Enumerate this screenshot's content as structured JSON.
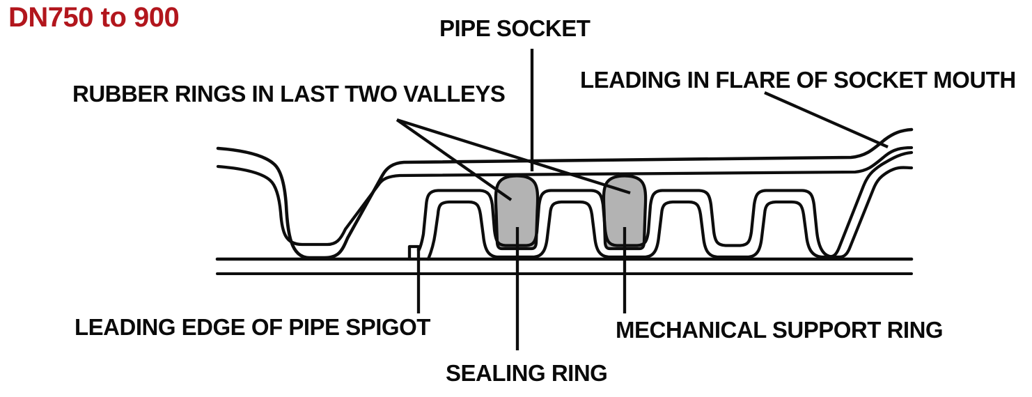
{
  "page": {
    "background": "#ffffff"
  },
  "title": {
    "text": "DN750 to 900"
  },
  "labels": {
    "pipe_socket": "PIPE SOCKET",
    "rubber_rings": "RUBBER RINGS IN LAST TWO VALLEYS",
    "leading_flare": "LEADING IN FLARE OF SOCKET MOUTH",
    "leading_edge": "LEADING EDGE OF PIPE SPIGOT",
    "mechanical_support": "MECHANICAL SUPPORT RING",
    "sealing_ring": "SEALING RING"
  },
  "colors": {
    "title_red": "#b2161d",
    "line_black": "#0d0d0d",
    "ring_gray": "#b3b3b3",
    "label_text": "#0a0a0a"
  }
}
